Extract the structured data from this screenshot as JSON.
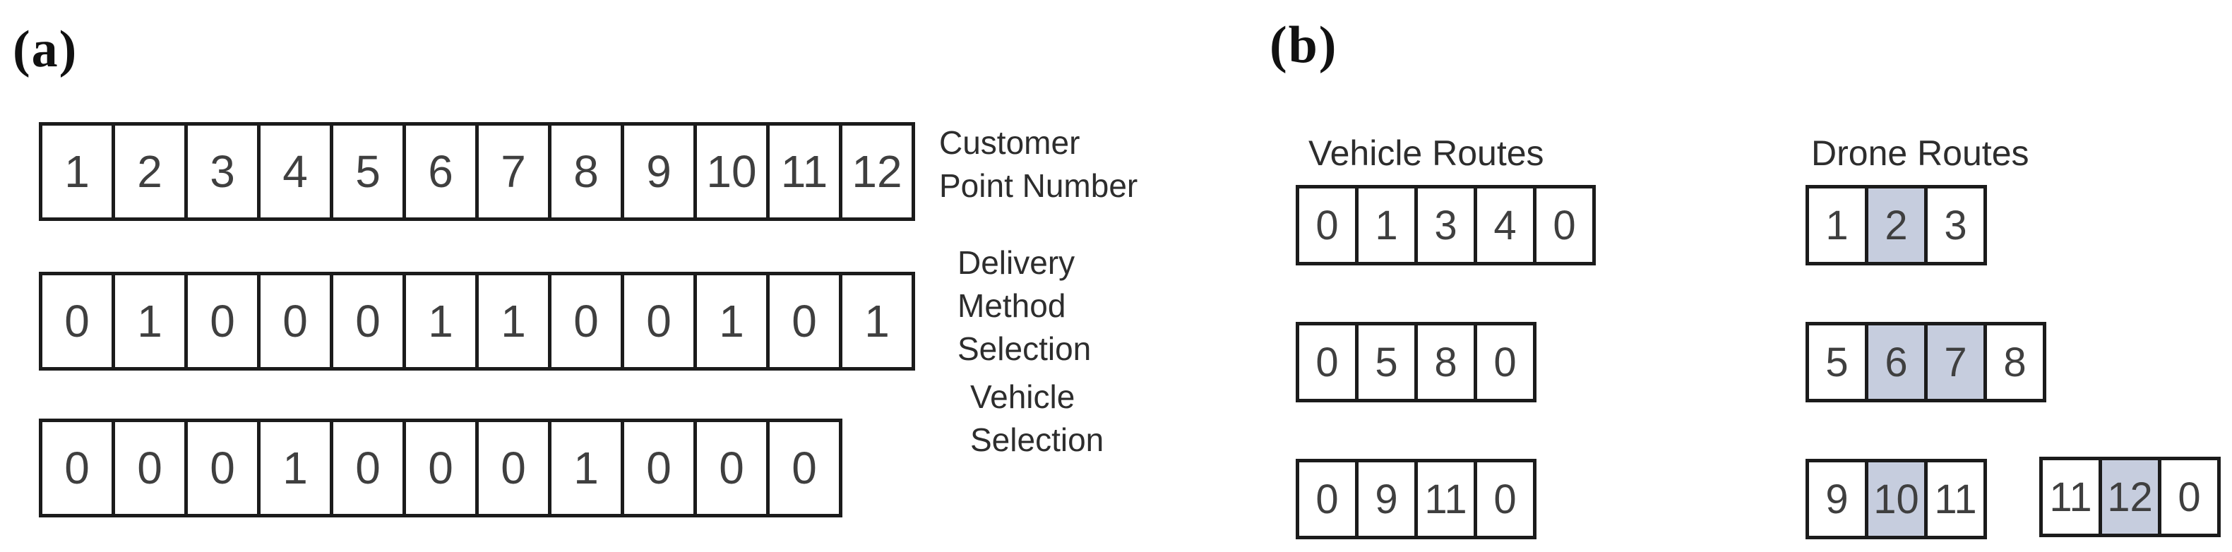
{
  "colors": {
    "highlight": "#c6cdde",
    "border": "#1b1b1b",
    "digit": "#3f3f3f",
    "label": "#2d2d2d"
  },
  "panel_a": {
    "tag": "(a)",
    "rows": [
      {
        "name": "customer-point-number",
        "label_lines": [
          "Customer",
          "Point Number"
        ],
        "cells": [
          "1",
          "2",
          "3",
          "4",
          "5",
          "6",
          "7",
          "8",
          "9",
          "10",
          "11",
          "12"
        ]
      },
      {
        "name": "delivery-method-selection",
        "label_lines": [
          "Delivery",
          "Method",
          "Selection"
        ],
        "cells": [
          "0",
          "1",
          "0",
          "0",
          "0",
          "1",
          "1",
          "0",
          "0",
          "1",
          "0",
          "1"
        ]
      },
      {
        "name": "vehicle-selection",
        "label_lines": [
          "Vehicle",
          "Selection"
        ],
        "cells": [
          "0",
          "0",
          "0",
          "1",
          "0",
          "0",
          "0",
          "1",
          "0",
          "0",
          "0"
        ]
      }
    ]
  },
  "panel_b": {
    "tag": "(b)",
    "vehicle_routes": {
      "title": "Vehicle Routes",
      "routes": [
        [
          "0",
          "1",
          "3",
          "4",
          "0"
        ],
        [
          "0",
          "5",
          "8",
          "0"
        ],
        [
          "0",
          "9",
          "11",
          "0"
        ]
      ]
    },
    "drone_routes": {
      "title": "Drone Routes",
      "routes": [
        [
          {
            "v": "1"
          },
          {
            "v": "2",
            "hl": true
          },
          {
            "v": "3"
          }
        ],
        [
          {
            "v": "5"
          },
          {
            "v": "6",
            "hl": true
          },
          {
            "v": "7",
            "hl": true
          },
          {
            "v": "8"
          }
        ],
        [
          {
            "v": "9"
          },
          {
            "v": "10",
            "hl": true
          },
          {
            "v": "11"
          }
        ],
        [
          {
            "v": "11"
          },
          {
            "v": "12",
            "hl": true
          },
          {
            "v": "0"
          }
        ]
      ]
    }
  }
}
